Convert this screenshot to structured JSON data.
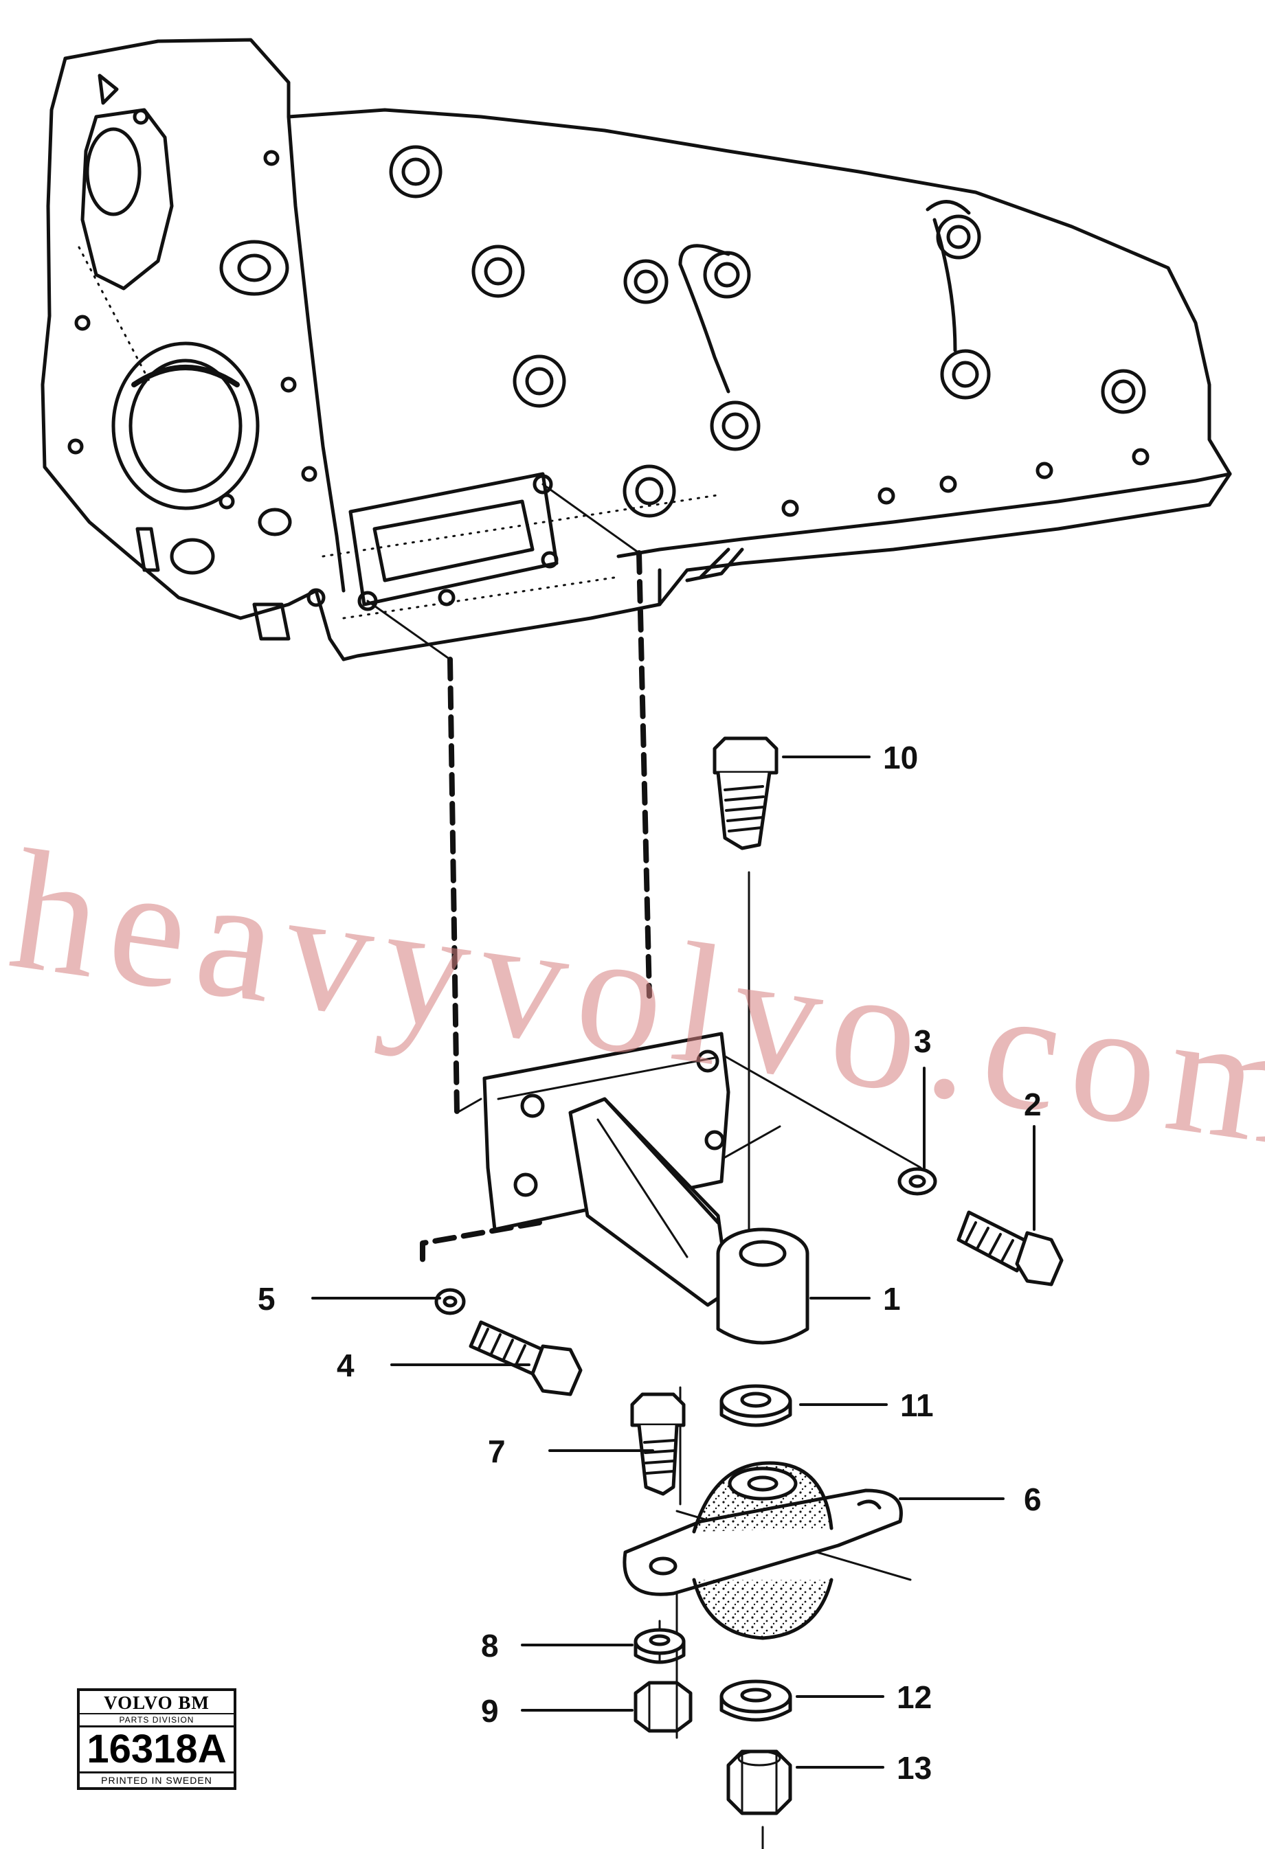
{
  "watermark": "heavyvolvo.com",
  "callouts": {
    "c1": "1",
    "c2": "2",
    "c3": "3",
    "c4": "4",
    "c5": "5",
    "c6": "6",
    "c7": "7",
    "c8": "8",
    "c9": "9",
    "c10": "10",
    "c11": "11",
    "c12": "12",
    "c13": "13"
  },
  "badge": {
    "brand": "VOLVO BM",
    "division": "PARTS DIVISION",
    "number": "16318A",
    "printed": "PRINTED IN SWEDEN"
  },
  "colors": {
    "line": "#111111",
    "watermark": "#d68080"
  }
}
